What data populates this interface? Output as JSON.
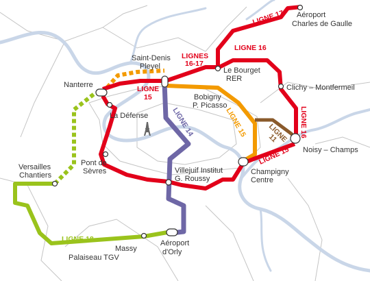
{
  "colors": {
    "background": "#ffffff",
    "river": "#c9d6e8",
    "boundary": "#bfbfbf",
    "line14": "#6e67a6",
    "line15": "#e2001a",
    "line16": "#e2001a",
    "line17": "#e2001a",
    "line18": "#9ac31c",
    "line11": "#8a5a2b",
    "existing_orange": "#f39a00"
  },
  "icons": {
    "eiffel": "eiffel-tower-icon"
  },
  "lines": {
    "l17": "LIGNE 17",
    "l16_top": "LIGNE 16",
    "l16_right": "LIGNE 16",
    "l1617": [
      "LIGNES",
      "16-17"
    ],
    "l15_left": [
      "LIGNE",
      "15"
    ],
    "l15_mid": "LIGNE 15",
    "l15_right": "LIGNE 15",
    "l14": "LIGNE 14",
    "l11": [
      "LIGNE",
      "11"
    ],
    "l18": "LIGNE 18"
  },
  "stations": {
    "cdg": [
      "Aéroport",
      "Charles de Gaulle"
    ],
    "saint_denis": [
      "Saint-Denis",
      "Pleyel"
    ],
    "le_bourget": [
      "Le Bourget",
      "RER"
    ],
    "nanterre": "Nanterre",
    "la_defense": "La Défense",
    "bobigny": [
      "Bobigny",
      "P. Picasso"
    ],
    "clichy": "Clichy – Montfermeil",
    "noisy": "Noisy – Champs",
    "versailles": [
      "Versailles",
      "Chantiers"
    ],
    "pont_sevres": [
      "Pont de",
      "Sèvres"
    ],
    "villejuif": [
      "Villejuif Institut",
      "G. Roussy"
    ],
    "champigny": [
      "Champigny",
      "Centre"
    ],
    "massy": [
      "Massy",
      "Palaiseau TGV"
    ],
    "orly": [
      "Aéroport",
      "d'Orly"
    ]
  }
}
